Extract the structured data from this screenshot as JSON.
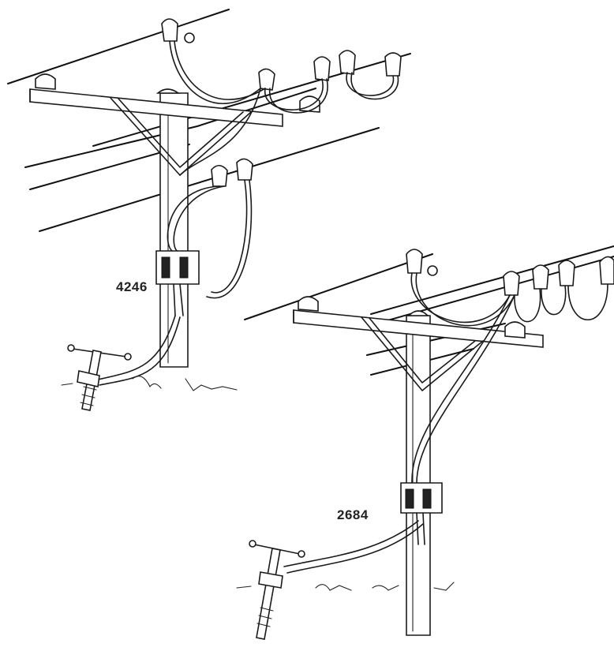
{
  "figure": {
    "labels": [
      {
        "id": "a",
        "text": "4246"
      },
      {
        "id": "b",
        "text": "2684"
      }
    ]
  }
}
